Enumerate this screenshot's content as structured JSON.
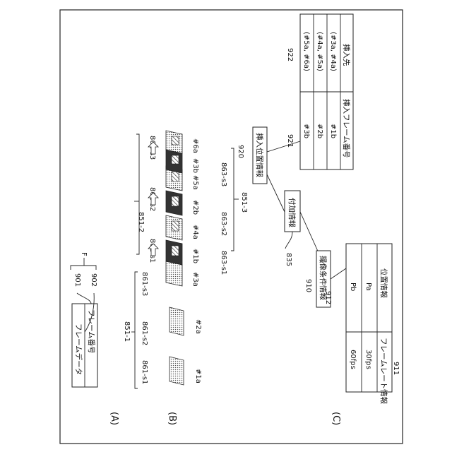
{
  "panel_labels": {
    "a": "(A)",
    "b": "(B)",
    "c": "(C)"
  },
  "section_a": {
    "header": "フレーム番号",
    "data": "フレームデータ",
    "ref_header": "901",
    "ref_data": "902",
    "ref_frame": "F"
  },
  "section_b": {
    "group1": "851-1",
    "group2": "851-2",
    "group3": "851-3",
    "col1": {
      "header": "861-s1",
      "frames": [
        "#1a"
      ]
    },
    "col2": {
      "header": "861-s2",
      "frames": [
        "#2a"
      ]
    },
    "col3": {
      "header": "861-s3",
      "frames": [
        "#3a",
        "#1b",
        "#4a",
        "#2b",
        "#5a",
        "#3b",
        "#6a"
      ]
    },
    "subs2": [
      "862-s1",
      "862-s2",
      "862-s3"
    ],
    "subs3": [
      "863-s1",
      "863-s2",
      "863-s3"
    ]
  },
  "section_c": {
    "root": "付加情報",
    "root_ref": "835",
    "left": {
      "label": "撮像条件情報",
      "ref": "910",
      "ref_col1": "911",
      "ref_col2": "912",
      "headers": [
        "フレームレート情報",
        "位置情報"
      ],
      "rows": [
        [
          "30fps",
          "Pa"
        ],
        [
          "60fps",
          "Pb"
        ]
      ]
    },
    "right": {
      "label": "挿入位置情報",
      "ref": "920",
      "ref_col1": "921",
      "ref_col2": "922",
      "headers": [
        "挿入フレーム番号",
        "挿入先"
      ],
      "rows": [
        [
          "#1b",
          "(#3a, #4a)"
        ],
        [
          "#2b",
          "(#4a, #5a)"
        ],
        [
          "#3b",
          "(#5a, #6a)"
        ]
      ]
    }
  }
}
